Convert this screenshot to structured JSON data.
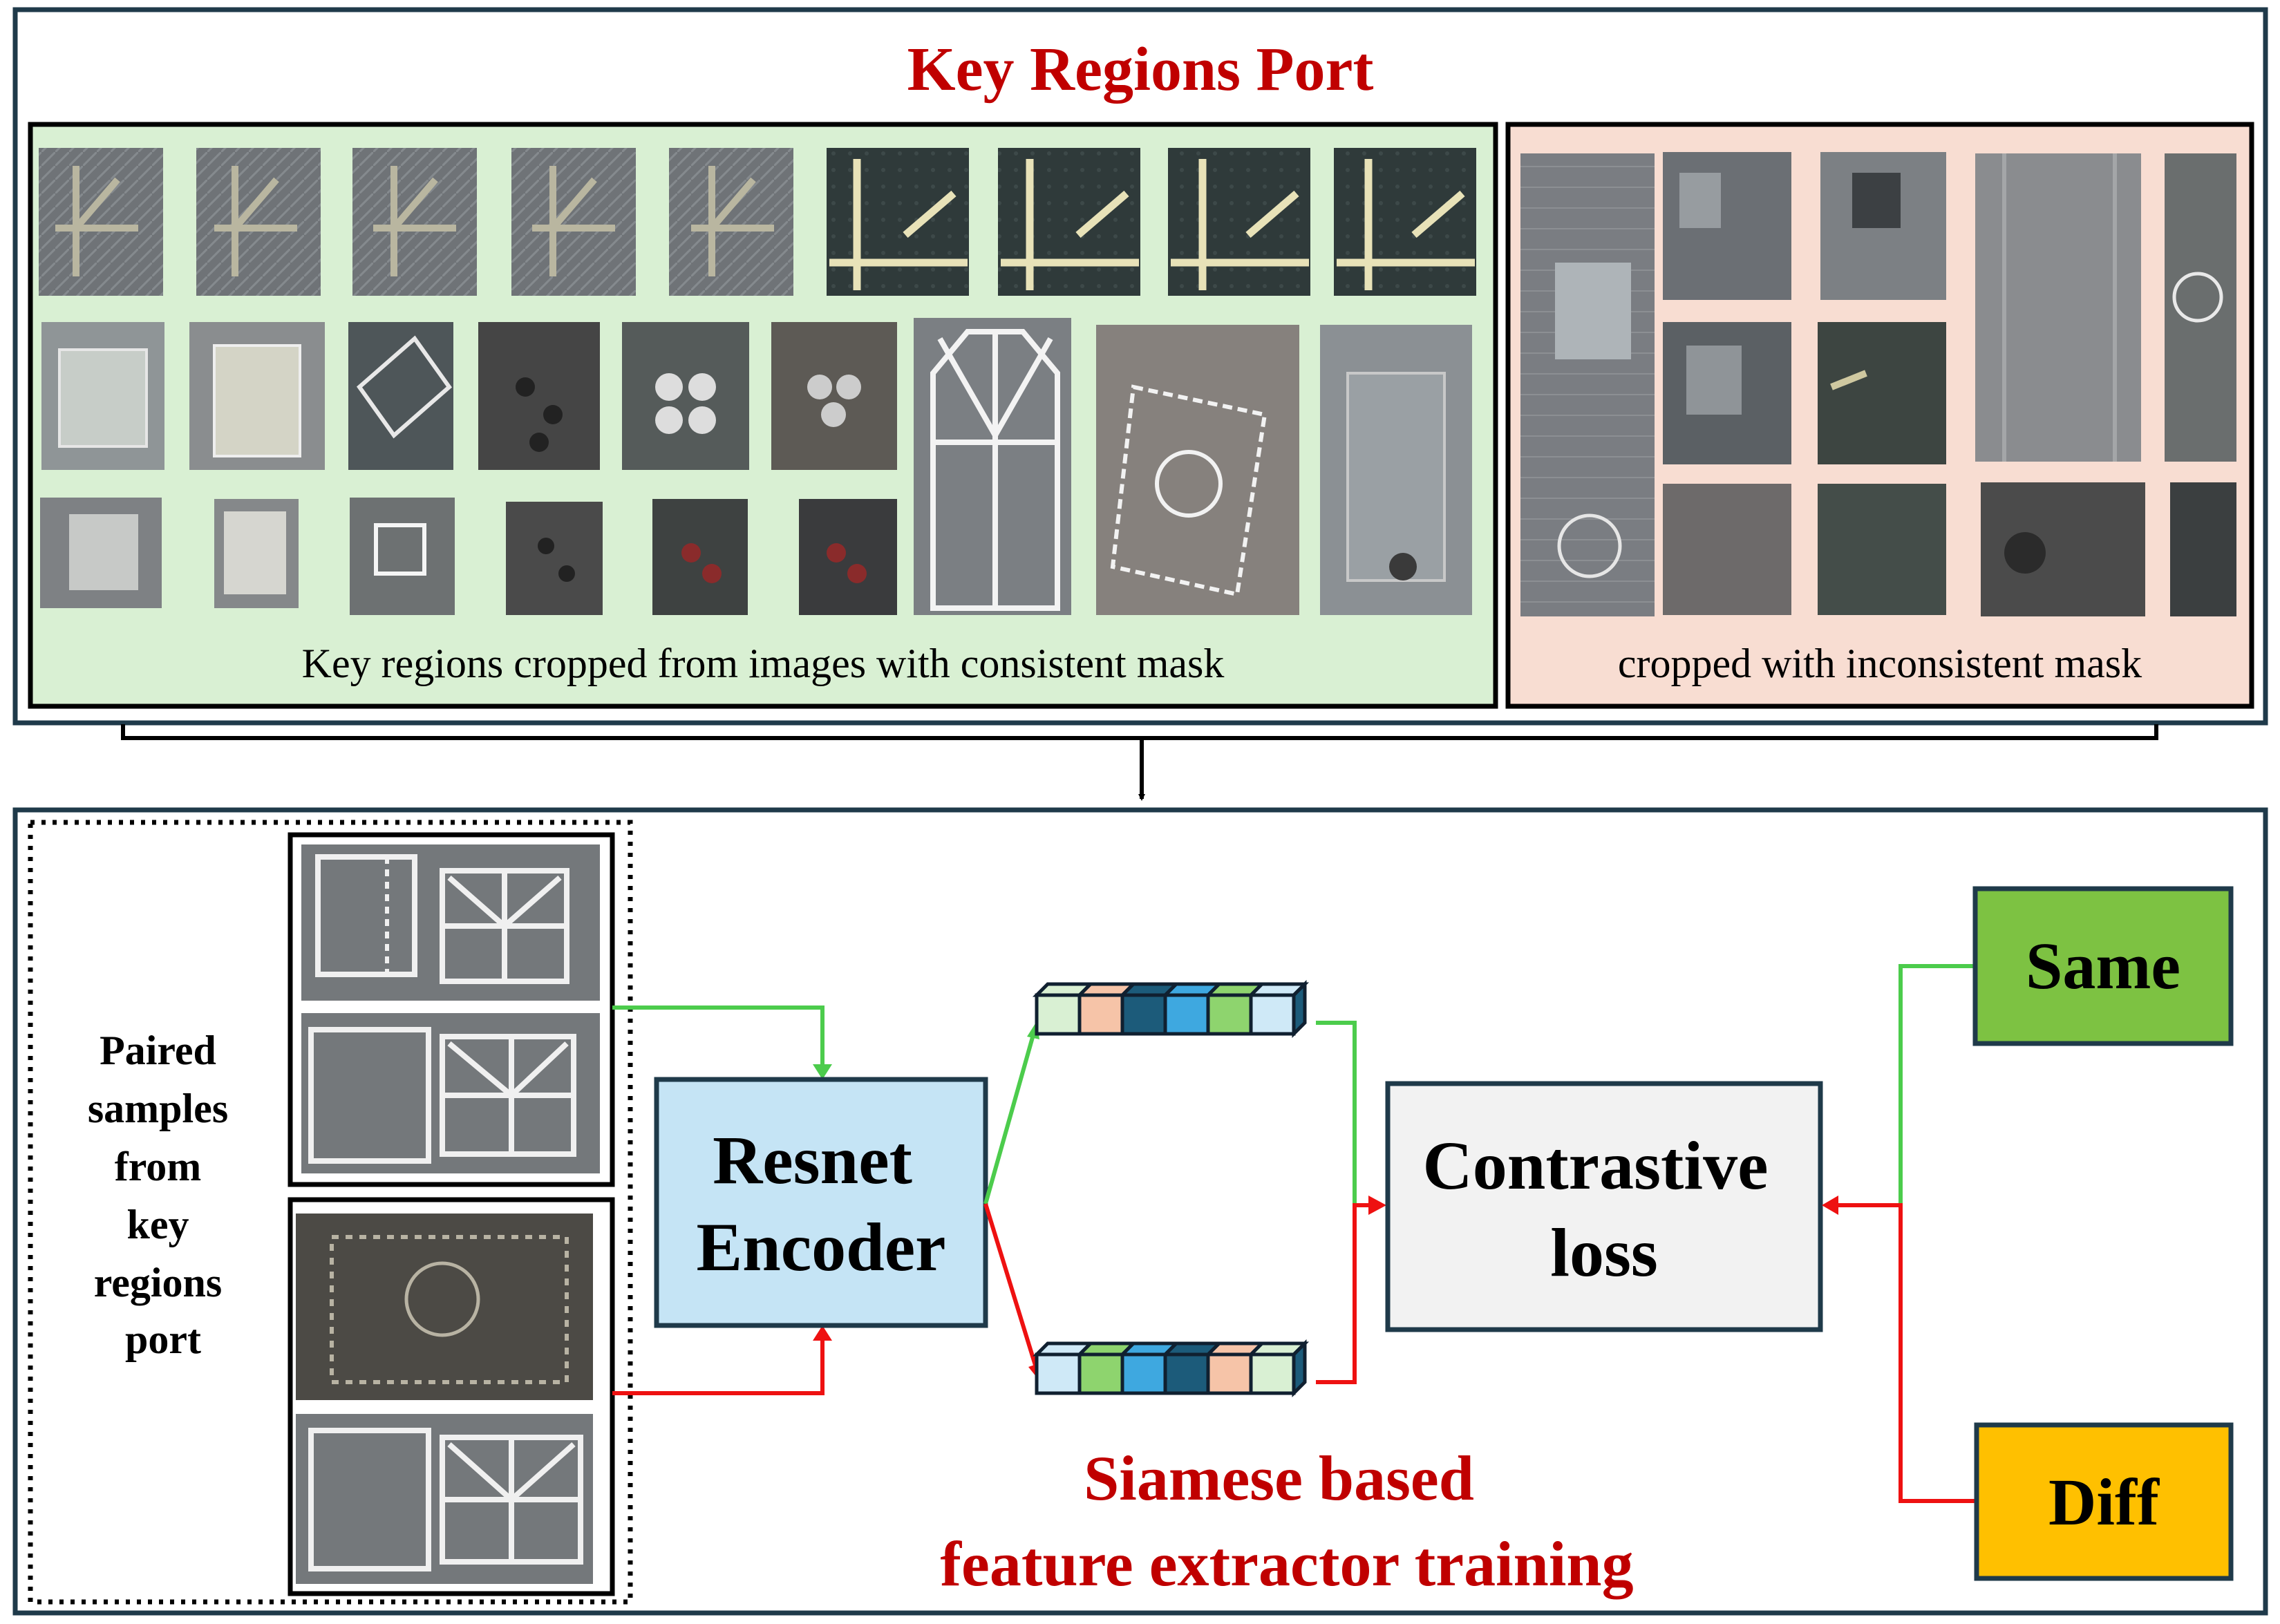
{
  "top_panel": {
    "title": "Key Regions Port",
    "consistent_caption": "Key regions cropped from images with consistent mask",
    "inconsistent_caption": "cropped with inconsistent mask"
  },
  "bottom_panel": {
    "paired_samples_lines": [
      "Paired",
      "samples",
      "from",
      "key",
      "regions",
      "port"
    ],
    "encoder_lines": [
      "Resnet",
      "Encoder"
    ],
    "loss_lines": [
      "Contrastive",
      "loss"
    ],
    "same_label": "Same",
    "diff_label": "Diff",
    "siamese_lines": [
      "Siamese based",
      "feature extractor training"
    ]
  },
  "colors": {
    "title_red": "#c00000",
    "panel_border": "#1f3a4a",
    "consistent_bg": "#d9f0d3",
    "inconsistent_bg": "#f8ddd2",
    "encoder_fill": "#c5e4f5",
    "loss_fill": "#f2f2f2",
    "same_fill": "#7dc242",
    "diff_fill": "#ffc000",
    "green_arrow": "#4ccc4c",
    "red_arrow": "#ee1111",
    "feature_cells_top": [
      "#d9f0d3",
      "#f6c4a8",
      "#1c5b7a",
      "#3ea8e0",
      "#8ed46e",
      "#cfe9f7"
    ],
    "feature_cells_bottom": [
      "#cfe9f7",
      "#8ed46e",
      "#3ea8e0",
      "#1c5b7a",
      "#f6c4a8",
      "#d9f0d3"
    ]
  }
}
